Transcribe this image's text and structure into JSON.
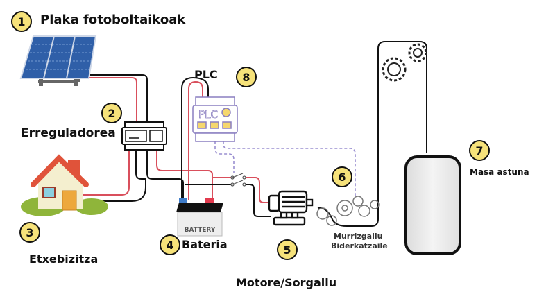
{
  "colors": {
    "badge_fill": "#f6e27a",
    "wire_positive": "#d94f5c",
    "wire_negative": "#111111",
    "signal_wire": "#9a8fd0",
    "panel_blue": "#2f5fa8",
    "house_roof": "#e0533a",
    "house_wall": "#f4efcf",
    "house_door": "#eda83c",
    "bush": "#8fb53a"
  },
  "components": [
    {
      "number": "1",
      "label": "Plaka fotoboltaikoak",
      "icon": "solar-panel-icon"
    },
    {
      "number": "2",
      "label": "Erreguladorea",
      "icon": "charge-controller-icon"
    },
    {
      "number": "3",
      "label": "Etxebizitza",
      "icon": "house-icon"
    },
    {
      "number": "4",
      "label": "Bateria",
      "icon": "battery-icon"
    },
    {
      "number": "5",
      "label": "Motore/Sorgailu",
      "icon": "motor-icon"
    },
    {
      "number": "6",
      "label_line1": "Murrizgailu",
      "label_line2": "Biderkatzaile",
      "icon": "gears-icon"
    },
    {
      "number": "7",
      "label": "Masa astuna",
      "icon": "weight-icon"
    },
    {
      "number": "8",
      "label": "PLC",
      "icon": "plc-icon"
    }
  ],
  "battery_text": "BATTERY",
  "plc_text": "PLC"
}
